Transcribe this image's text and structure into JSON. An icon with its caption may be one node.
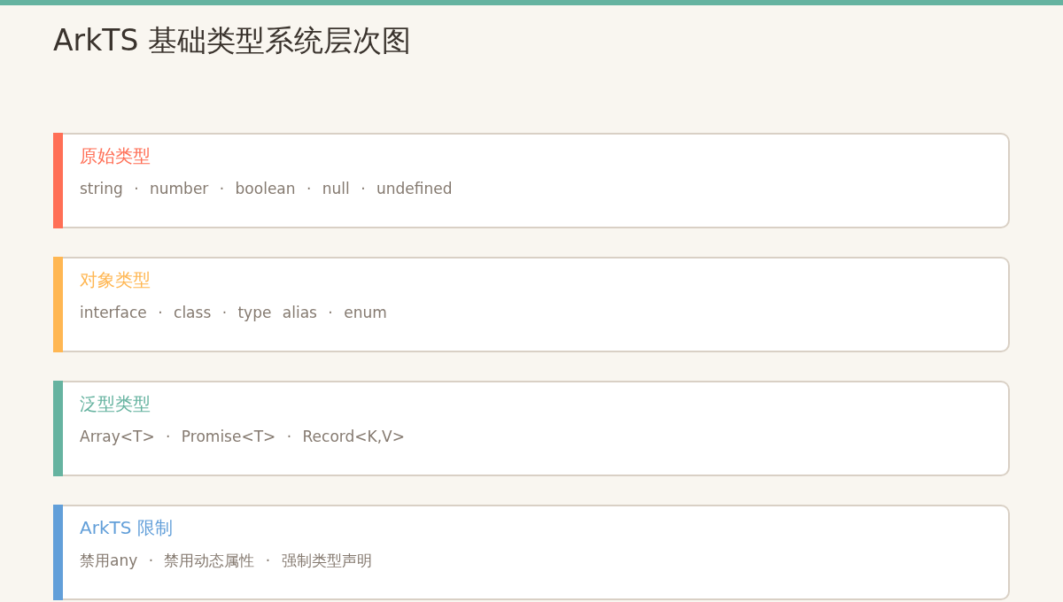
{
  "diagram": {
    "title": "ArkTS 基础类型系统层次图",
    "nodes": [
      {
        "text": [
          "原始类型",
          "string · number · boolean · null · undefined"
        ]
      },
      {
        "text": [
          "对象类型",
          "interface · class · type alias · enum"
        ]
      },
      {
        "text": [
          "泛型类型",
          "Array<T> · Promise<T> · Record<K,V>"
        ]
      },
      {
        "text": [
          "ArkTS 限制",
          "禁用any · 禁用动态属性 · 强制类型声明"
        ]
      }
    ]
  }
}
